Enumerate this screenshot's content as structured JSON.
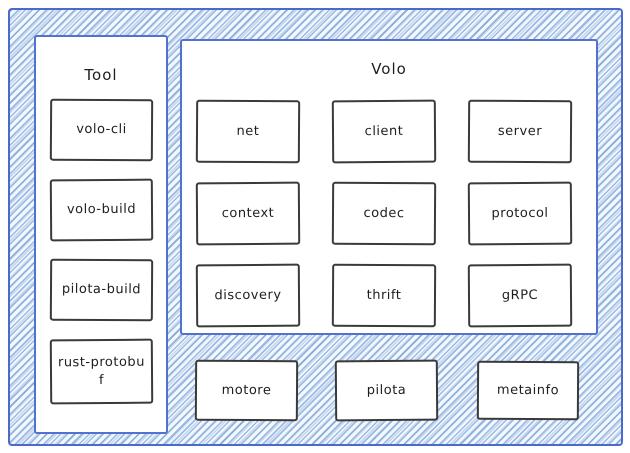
{
  "colors": {
    "frame_border": "#4a6ace",
    "panel_border": "#5272cf",
    "hatch_line_strong": "#5885cc",
    "hatch_line_soft": "#92b6e4",
    "node_border": "#3a3a3a",
    "text": "#1e1e1e",
    "background": "#ffffff"
  },
  "tool_panel": {
    "title": "Tool",
    "items": [
      {
        "label": "volo-cli"
      },
      {
        "label": "volo-build"
      },
      {
        "label": "pilota-build"
      },
      {
        "label": "rust-protobuf"
      }
    ]
  },
  "volo_panel": {
    "title": "Volo",
    "items": [
      {
        "label": "net"
      },
      {
        "label": "client"
      },
      {
        "label": "server"
      },
      {
        "label": "context"
      },
      {
        "label": "codec"
      },
      {
        "label": "protocol"
      },
      {
        "label": "discovery"
      },
      {
        "label": "thrift"
      },
      {
        "label": "gRPC"
      }
    ]
  },
  "bottom_row": {
    "items": [
      {
        "label": "motore"
      },
      {
        "label": "pilota"
      },
      {
        "label": "metainfo"
      }
    ]
  }
}
